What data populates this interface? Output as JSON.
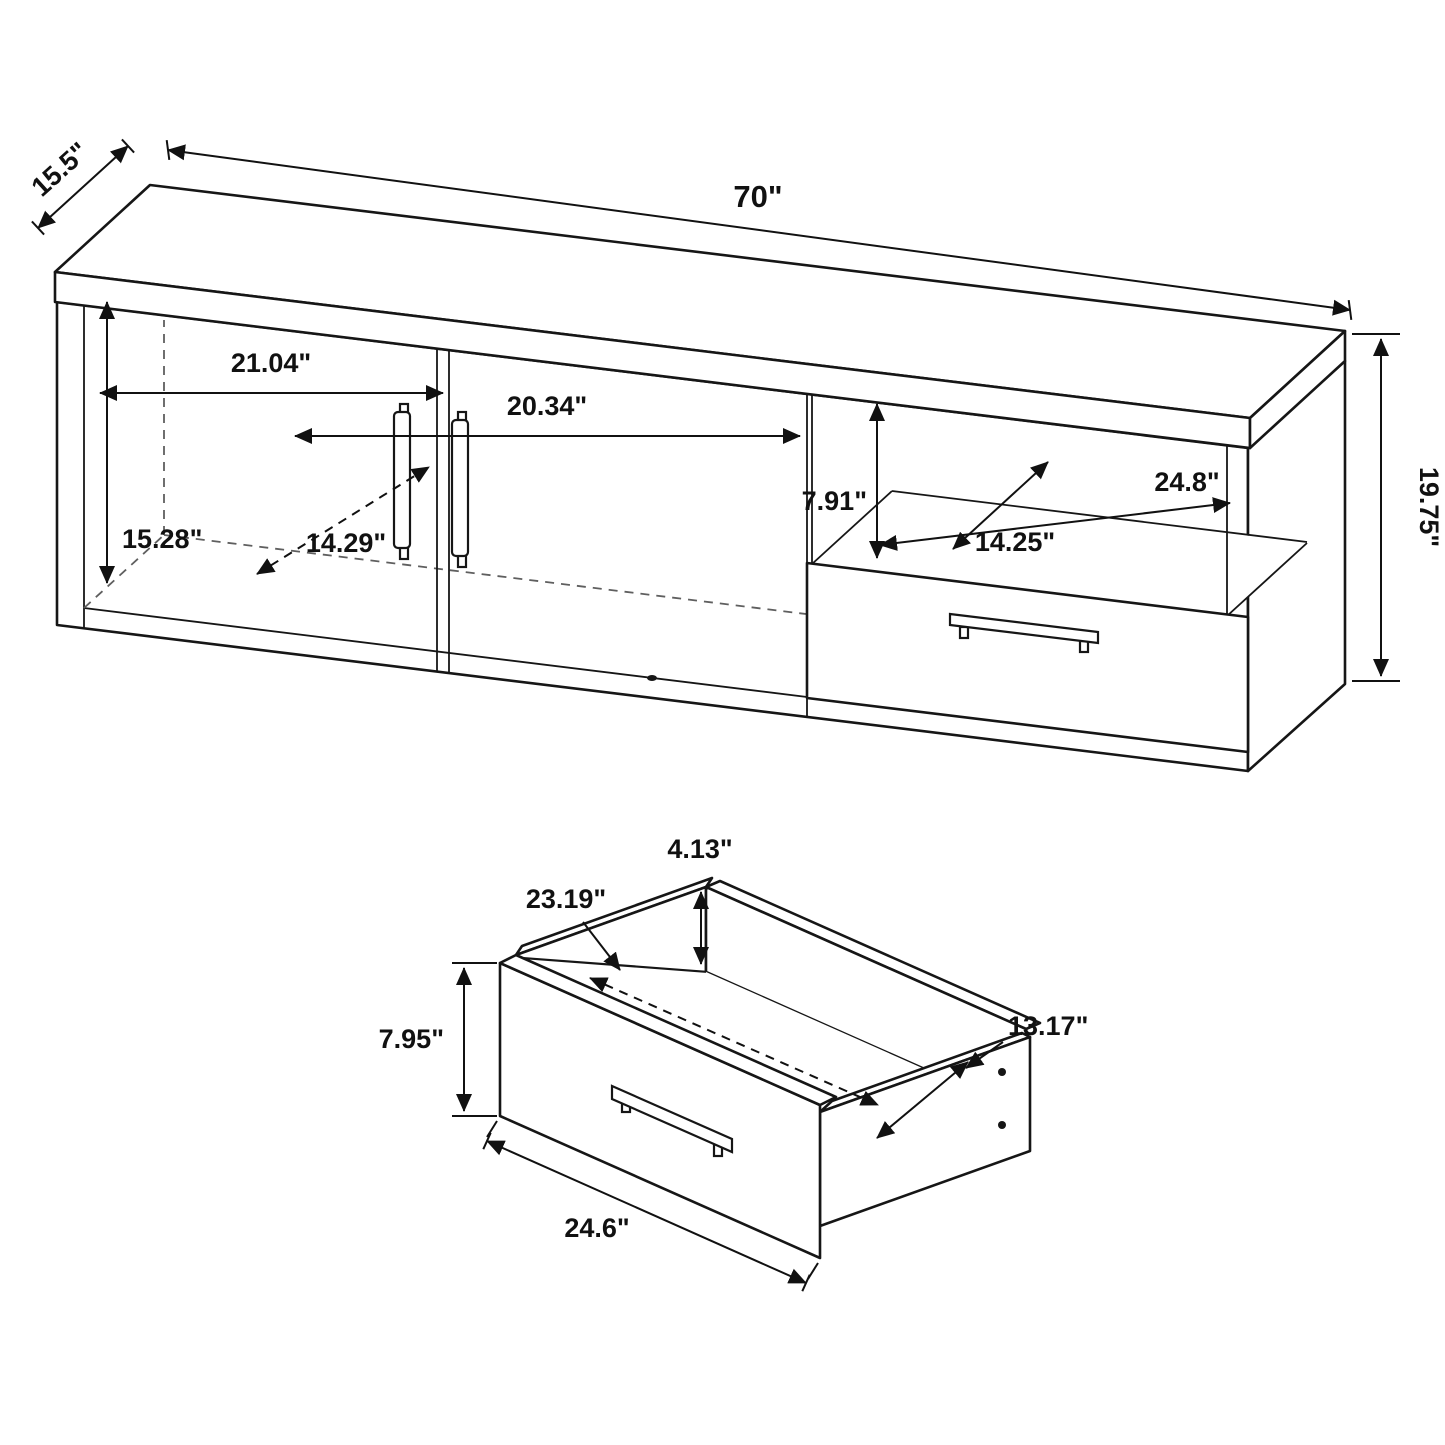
{
  "page": {
    "background": "#ffffff",
    "line_color": "#161616",
    "hidden_edge_color": "#5f5f5f"
  },
  "dims": {
    "console_depth": "15.5\"",
    "console_width": "70\"",
    "left_opening_width": "21.04\"",
    "center_opening_width": "20.34\"",
    "opening_height": "15.28\"",
    "opening_depth": "14.29\"",
    "shelf_opening_height": "7.91\"",
    "shelf_width": "24.8\"",
    "shelf_depth": "14.25\"",
    "console_height": "19.75\"",
    "drawer_back_height": "4.13\"",
    "drawer_interior_width": "23.19\"",
    "drawer_interior_depth": "13.17\"",
    "drawer_front_height": "7.95\"",
    "drawer_width": "24.6\""
  }
}
